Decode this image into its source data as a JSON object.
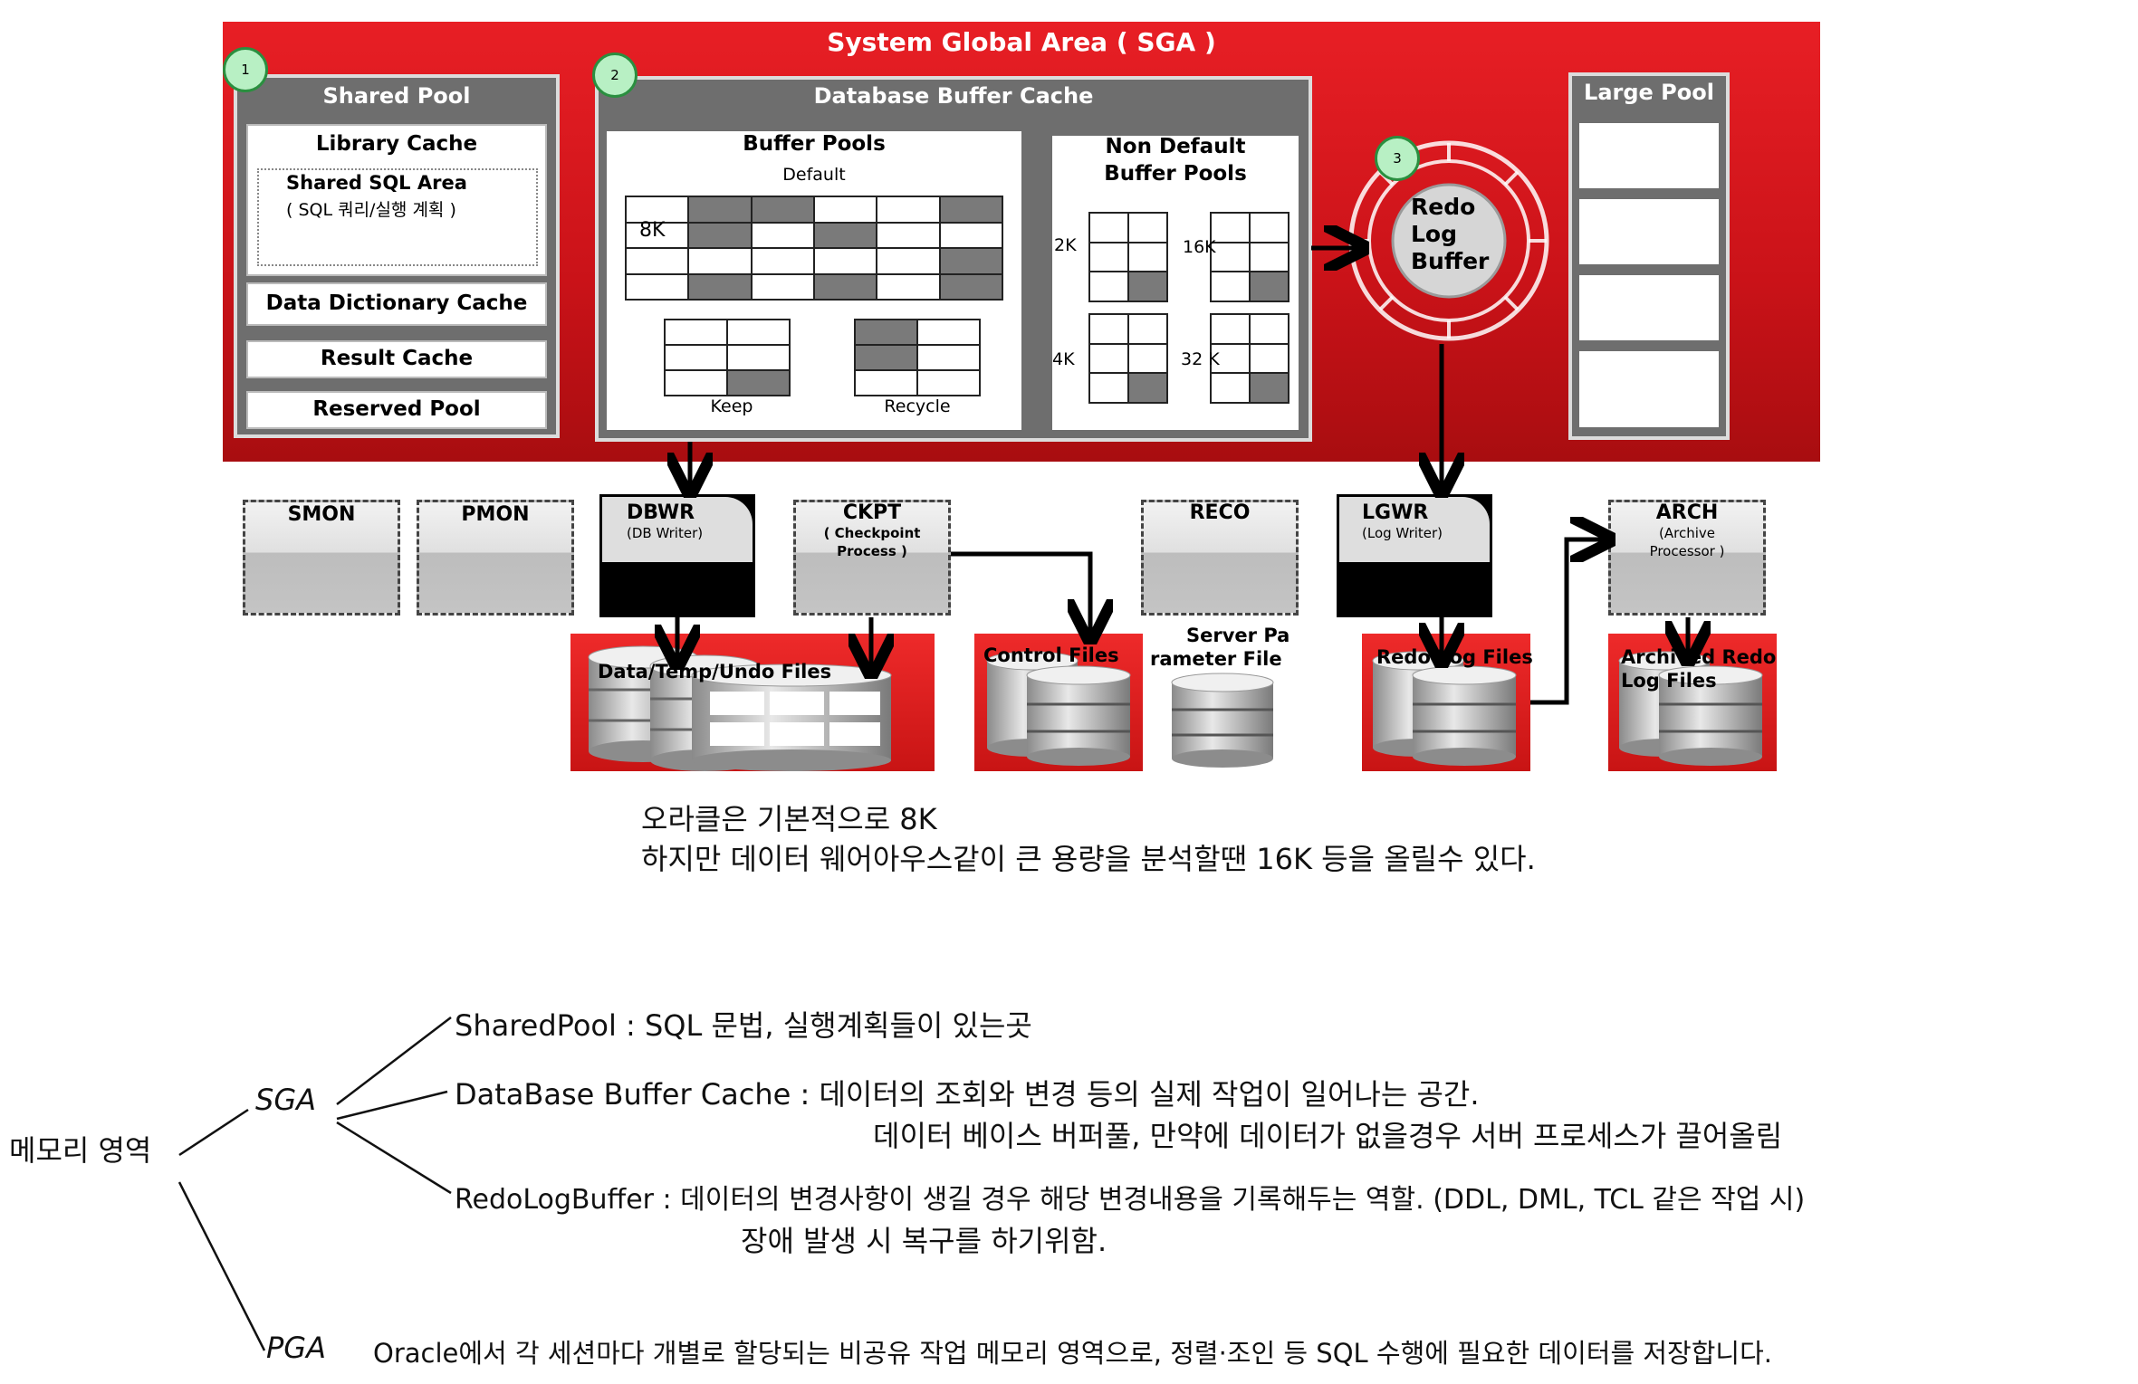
{
  "sga": {
    "title": "System Global Area ( SGA )",
    "shared_pool": {
      "badge": "1",
      "title": "Shared Pool",
      "library_cache": "Library Cache",
      "shared_sql_area": "Shared SQL Area",
      "shared_sql_sub": "( SQL 쿼리/실행 계획 )",
      "data_dictionary_cache": "Data Dictionary Cache",
      "result_cache": "Result Cache",
      "reserved_pool": "Reserved Pool"
    },
    "buffer_cache": {
      "badge": "2",
      "title": "Database Buffer Cache",
      "buffer_pools": "Buffer Pools",
      "default": "Default",
      "block_8k": "8K",
      "keep": "Keep",
      "recycle": "Recycle",
      "non_default_line1": "Non Default",
      "non_default_line2": "Buffer Pools",
      "size_2k": "2K",
      "size_16k": "16K",
      "size_4k": "4K",
      "size_32k": "32 K"
    },
    "redo": {
      "badge": "3",
      "line1": "Redo",
      "line2": "Log",
      "line3": "Buffer"
    },
    "large_pool": {
      "title": "Large Pool"
    }
  },
  "processes": {
    "smon": "SMON",
    "pmon": "PMON",
    "dbwr": "DBWR",
    "dbwr_sub": "(DB Writer)",
    "ckpt": "CKPT",
    "ckpt_sub1": "( Checkpoint",
    "ckpt_sub2": "Process )",
    "reco": "RECO",
    "lgwr": "LGWR",
    "lgwr_sub": "(Log Writer)",
    "arch": "ARCH",
    "arch_sub1": "(Archive",
    "arch_sub2": "Processor )"
  },
  "files": {
    "data": "Data/Temp/Undo Files",
    "control": "Control Files",
    "param_line1": "Server   Pa",
    "param_line2": "rameter File",
    "redo_log": "Redo Log Files",
    "archived_line1": "Archived Redo",
    "archived_line2": "Log Files"
  },
  "notes": {
    "line1": "오라클은 기본적으로 8K",
    "line2": "하지만 데이터 웨어아우스같이 큰 용량을 분석할땐 16K 등을 올릴수 있다."
  },
  "tree": {
    "root": "메모리 영역",
    "sga": "SGA",
    "pga": "PGA",
    "shared_pool": "SharedPool : SQL 문법, 실행계획들이 있는곳",
    "buffer_cache_line1": "DataBase Buffer Cache : 데이터의 조회와 변경 등의 실제 작업이 일어나는 공간.",
    "buffer_cache_line2": "데이터 베이스 버퍼풀, 만약에 데이터가 없을경우 서버 프로세스가 끌어올림",
    "redo_line1": "RedoLogBuffer :  데이터의 변경사항이 생길 경우 해당 변경내용을 기록해두는 역할. (DDL, DML, TCL 같은 작업 시)",
    "redo_line2": "장애 발생 시 복구를 하기위함.",
    "pga_desc": "Oracle에서 각 세션마다 개별로 할당되는 비공유 작업 메모리 영역으로, 정렬·조인 등 SQL 수행에 필요한 데이터를 저장합니다."
  },
  "colors": {
    "sga_red": "#e81f25",
    "panel_gray": "#6e6e6e",
    "badge_green": "#b8f0c4"
  }
}
